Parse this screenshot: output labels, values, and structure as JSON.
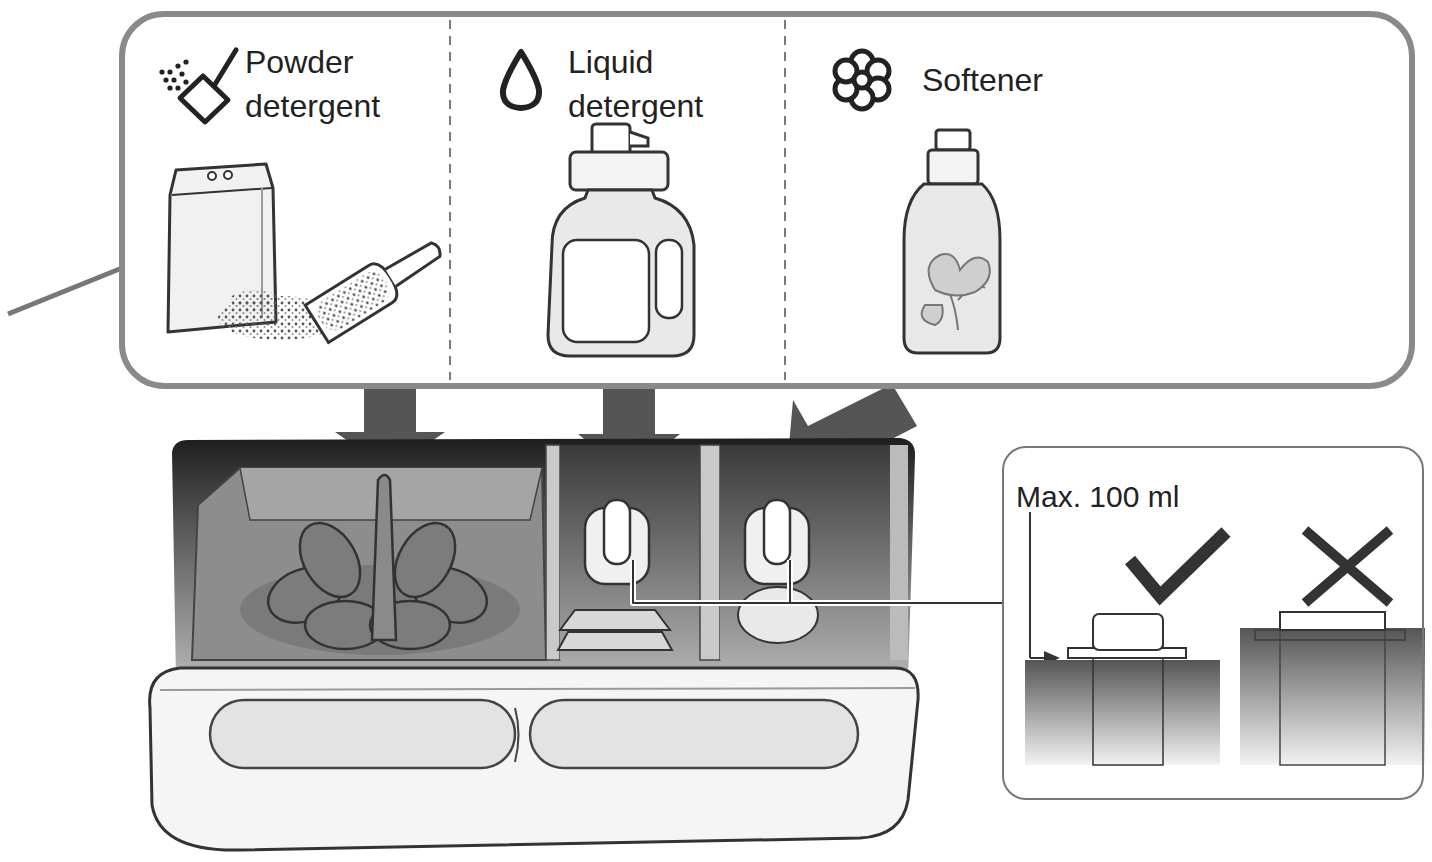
{
  "diagram": {
    "nodes": [
      {
        "text": [
          "Powder detergent"
        ]
      },
      {
        "text": [
          "Liquid detergent"
        ]
      },
      {
        "text": [
          "Softener"
        ]
      },
      {
        "text": [
          "Max. 100 ml"
        ]
      }
    ]
  }
}
